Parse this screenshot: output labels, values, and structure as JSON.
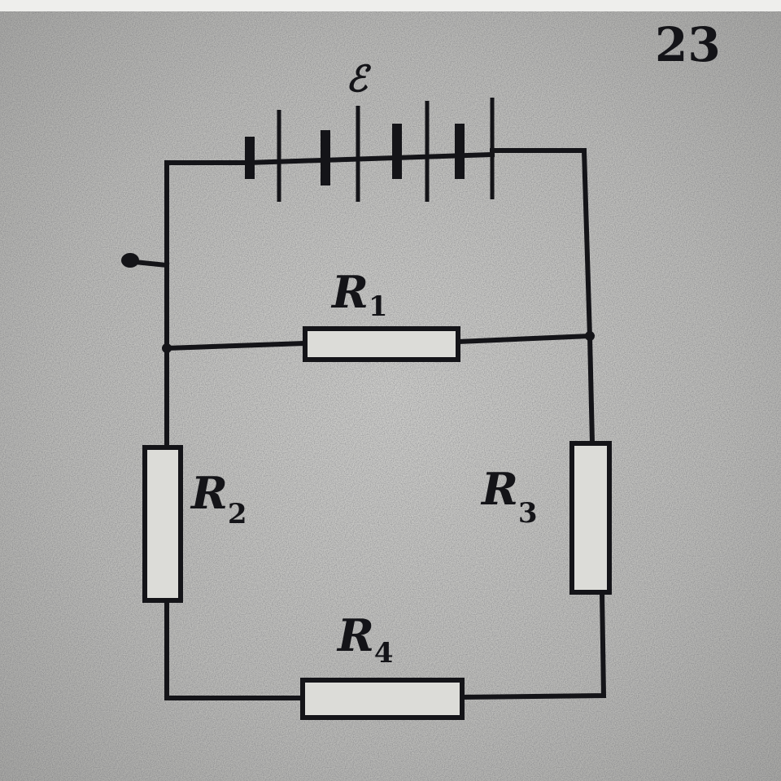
{
  "problem_number": "23",
  "emf_label": "ℰ",
  "resistors": [
    {
      "letter": "R",
      "sub": "1"
    },
    {
      "letter": "R",
      "sub": "2"
    },
    {
      "letter": "R",
      "sub": "3"
    },
    {
      "letter": "R",
      "sub": "4"
    }
  ],
  "colors": {
    "ink": "#141418",
    "paper": "#cfcfcc"
  }
}
